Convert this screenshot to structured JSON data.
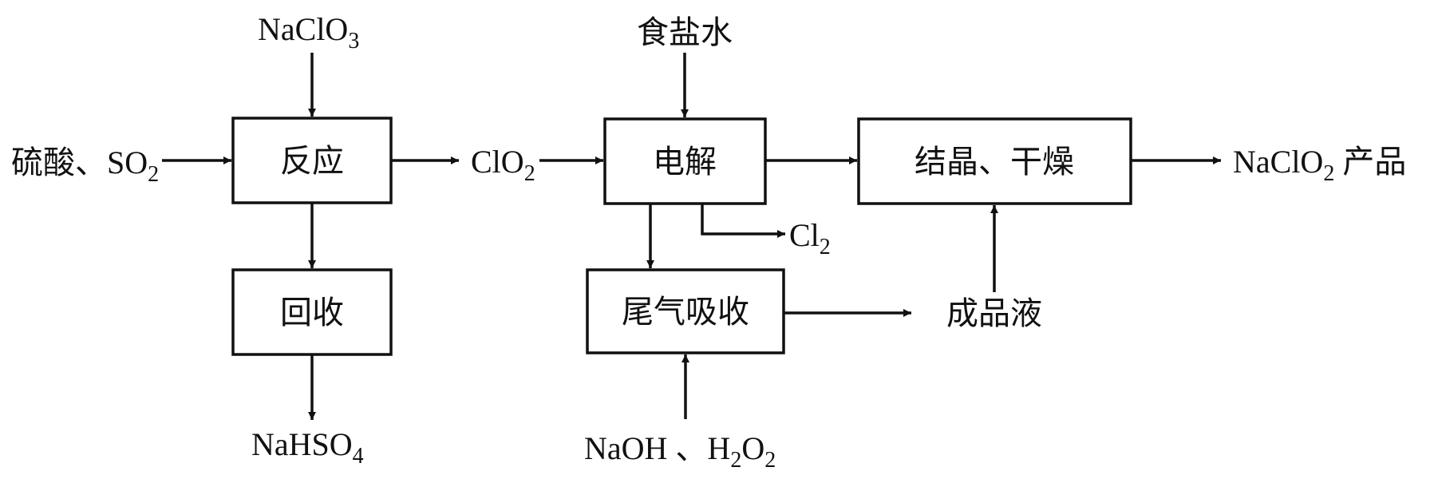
{
  "boxes": {
    "reaction": "反应",
    "recovery": "回收",
    "electrolysis": "电解",
    "tail_gas": "尾气吸收",
    "crystallize": "结晶、干燥"
  },
  "labels": {
    "naclo3": {
      "main": "NaClO",
      "sub": "3"
    },
    "acid_input": {
      "main": "硫酸、SO",
      "sub": "2"
    },
    "clo2": {
      "main": "ClO",
      "sub": "2"
    },
    "nahso4": {
      "main": "NaHSO",
      "sub": "4"
    },
    "brine": "食盐水",
    "cl2": {
      "main": "Cl",
      "sub": "2"
    },
    "naoh_h2o2": {
      "main": "NaOH 、H",
      "sub1": "2",
      "mid": "O",
      "sub2": "2"
    },
    "product_liquid": "成品液",
    "product": {
      "main": "NaClO",
      "sub": "2",
      "tail": " 产品"
    }
  },
  "colors": {
    "stroke": "#111111",
    "background": "#ffffff"
  }
}
